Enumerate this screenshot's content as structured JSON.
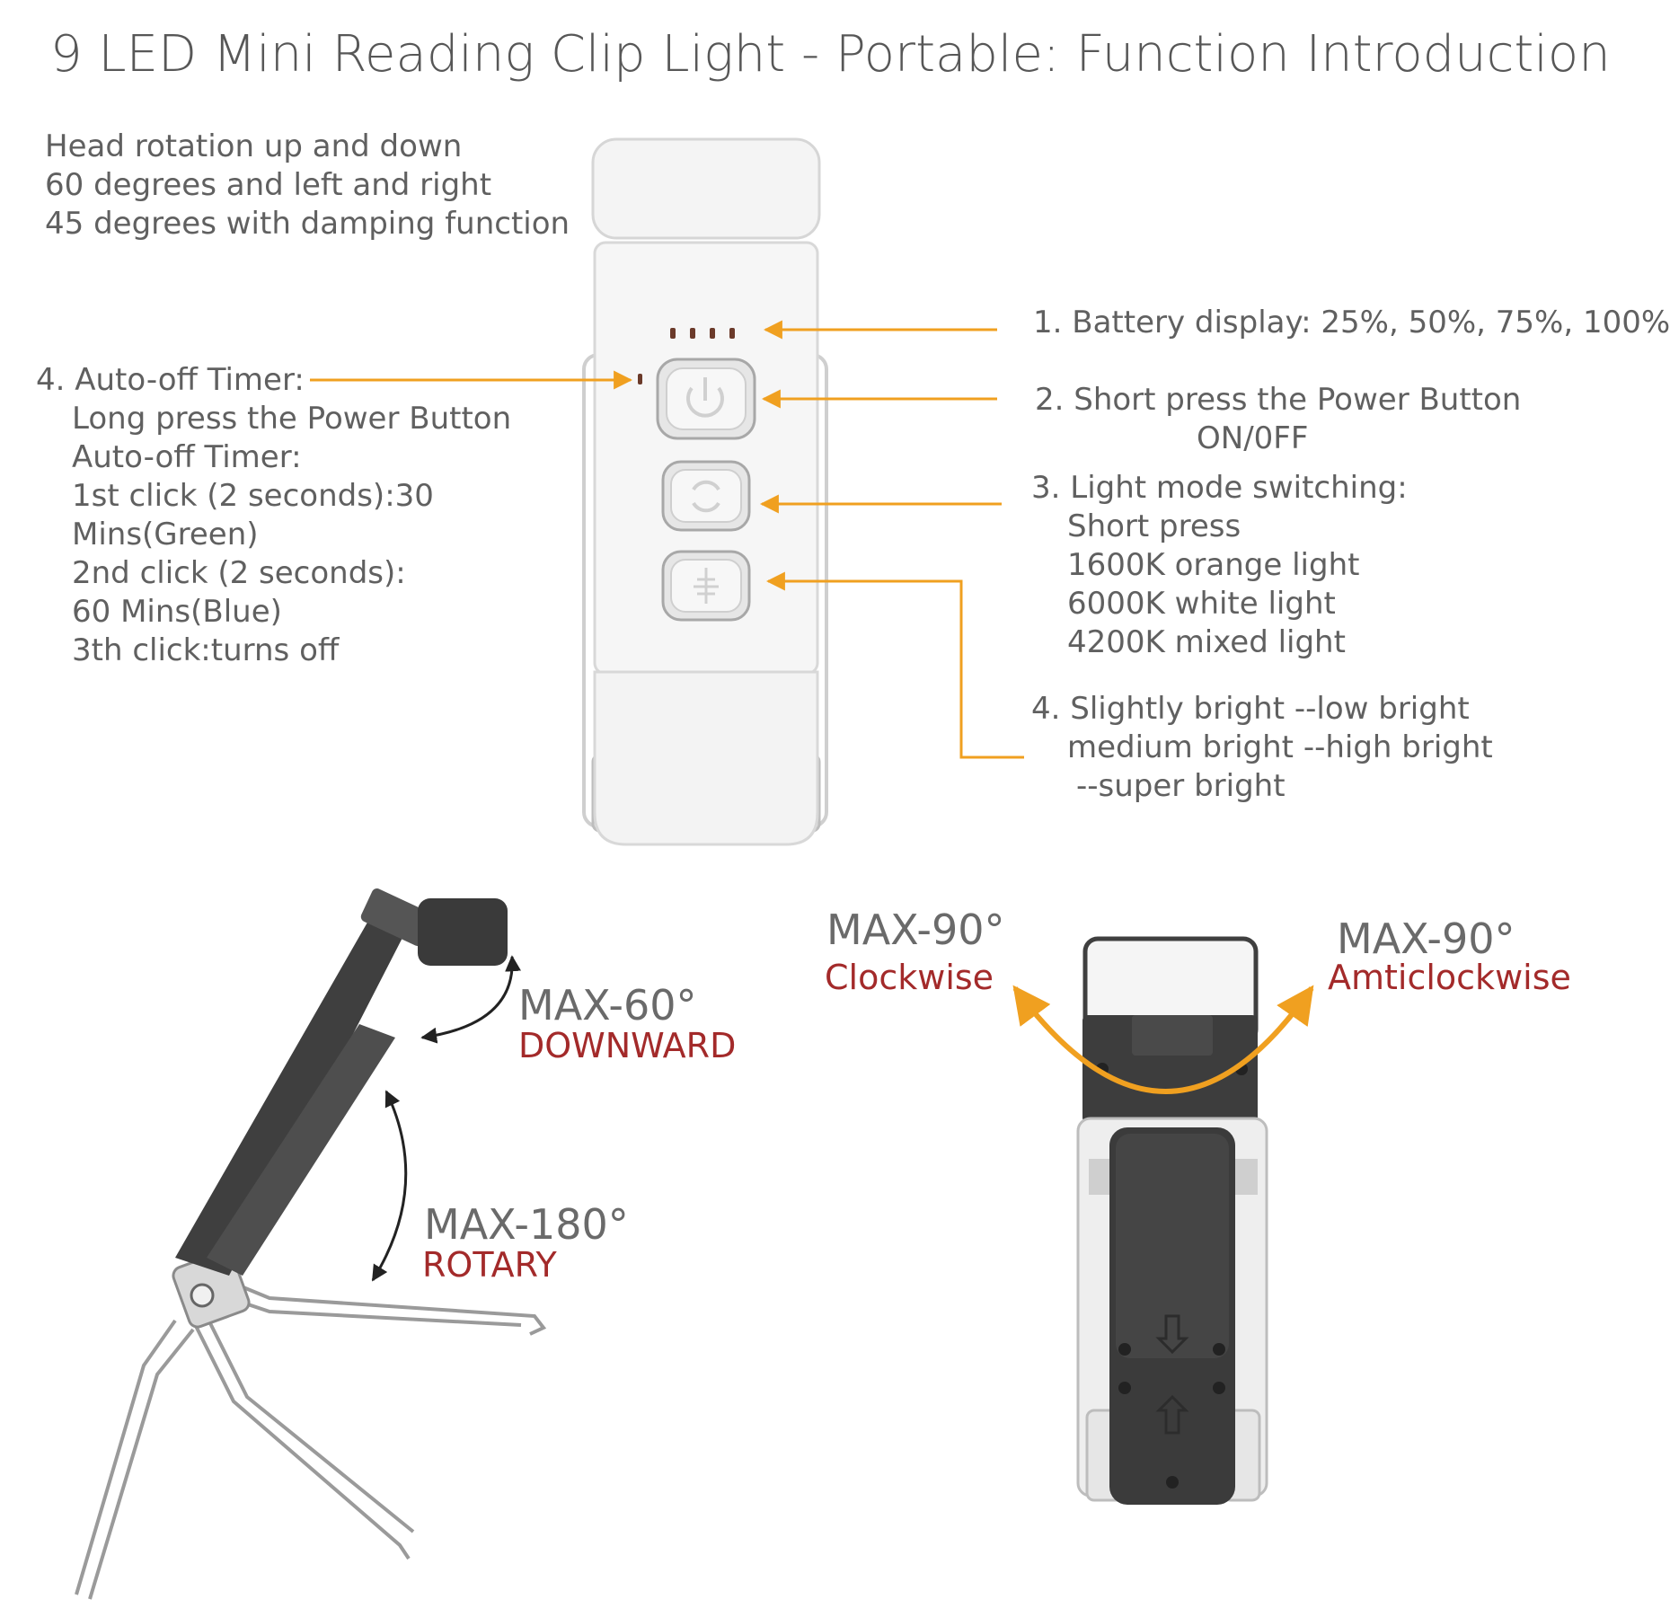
{
  "title": "9 LED Mini Reading Clip Light - Portable: Function Introduction",
  "head_rotation": {
    "lines": [
      "Head rotation up and down",
      "60 degrees and left and right",
      "45 degrees with damping function"
    ]
  },
  "auto_off": {
    "heading": "4. Auto-off Timer:",
    "lines": [
      "Long press the Power Button",
      "Auto-off Timer:",
      "1st click (2 seconds):30",
      "Mins(Green)",
      "2nd click (2 seconds):",
      "60 Mins(Blue)",
      "3th click:turns off"
    ]
  },
  "battery": {
    "text": "1. Battery display: 25%, 50%, 75%, 100%"
  },
  "power": {
    "line1": "2. Short press the Power Button",
    "line2": "ON/0FF"
  },
  "light_mode": {
    "heading": "3. Light mode switching:",
    "lines": [
      "Short press",
      "1600K orange light",
      "6000K white light",
      "4200K mixed light"
    ]
  },
  "brightness": {
    "lines": [
      "4. Slightly bright --low bright",
      "medium bright --high bright",
      "--super bright"
    ]
  },
  "downward": {
    "max": "MAX-60°",
    "label": "DOWNWARD"
  },
  "rotary": {
    "max": "MAX-180°",
    "label": "ROTARY"
  },
  "clockwise": {
    "max": "MAX-90°",
    "label": "Clockwise"
  },
  "anticlockwise": {
    "max": "MAX-90°",
    "label": "Amticlockwise"
  },
  "colors": {
    "arrow": "#f0a020",
    "label_red": "#a32a2a",
    "device_white": "#f2f2f2",
    "device_dark": "#4a4a4a"
  },
  "icons": [
    "power-icon",
    "mode-cycle-icon",
    "brightness-icon",
    "battery-led-icon"
  ]
}
